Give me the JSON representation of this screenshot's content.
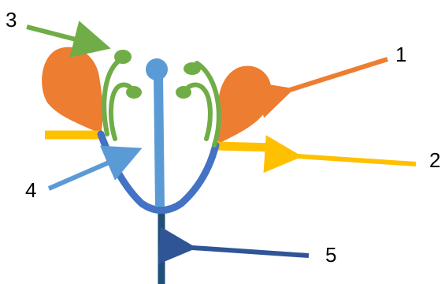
{
  "labels": [
    {
      "id": "1",
      "text": "1",
      "color": "#ED7D31"
    },
    {
      "id": "2",
      "text": "2",
      "color": "#FFC000"
    },
    {
      "id": "3",
      "text": "3",
      "color": "#70AD47"
    },
    {
      "id": "4",
      "text": "4",
      "color": "#5B9BD5"
    },
    {
      "id": "5",
      "text": "5",
      "color": "#2F5597"
    }
  ],
  "colors": {
    "petal": "#ED7D31",
    "sepal": "#FFC000",
    "stamen": "#70AD47",
    "pistil": "#5B9BD5",
    "receptacle": "#4472C4",
    "stalk": "#1F4E79"
  }
}
